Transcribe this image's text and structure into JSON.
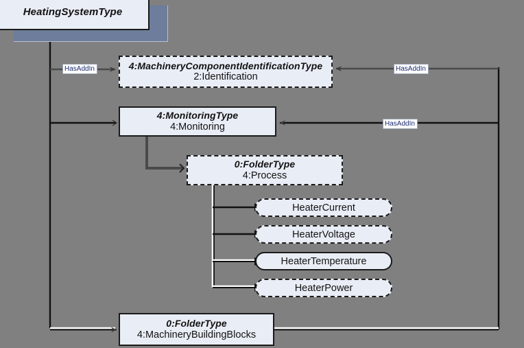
{
  "diagram": {
    "title": "HeatingSystemType",
    "background_color": "#808080",
    "node_fill_color": "#e9edf6",
    "node_border_color": "#1a1a1a",
    "shadow_color": "#6d7d9b",
    "label_text_color": "#1a2a6c"
  },
  "nodes": {
    "root": {
      "type_line": "HeatingSystemType",
      "border": "solid",
      "shape": "rectangle"
    },
    "identification": {
      "type_line": "4:MachineryComponentIdentificationType",
      "inst_line": "2:Identification",
      "border": "dashed",
      "shape": "rectangle"
    },
    "monitoring": {
      "type_line": "4:MonitoringType",
      "inst_line": "4:Monitoring",
      "border": "solid",
      "shape": "rectangle"
    },
    "process": {
      "type_line": "0:FolderType",
      "inst_line": "4:Process",
      "border": "dashed",
      "shape": "rectangle"
    },
    "building_blocks": {
      "type_line": "0:FolderType",
      "inst_line": "4:MachineryBuildingBlocks",
      "border": "solid",
      "shape": "rectangle"
    }
  },
  "variables": [
    {
      "label": "HeaterCurrent",
      "border": "dashed",
      "shape": "rounded"
    },
    {
      "label": "HeaterVoltage",
      "border": "dashed",
      "shape": "rounded"
    },
    {
      "label": "HeaterTemperature",
      "border": "solid",
      "shape": "rounded"
    },
    {
      "label": "HeaterPower",
      "border": "dashed",
      "shape": "rounded"
    }
  ],
  "edge_labels": [
    {
      "text": "HasAddIn",
      "target": "identification",
      "side": "left"
    },
    {
      "text": "HasAddIn",
      "target": "identification",
      "side": "right"
    },
    {
      "text": "HasAddIn",
      "target": "monitoring",
      "side": "right"
    }
  ]
}
